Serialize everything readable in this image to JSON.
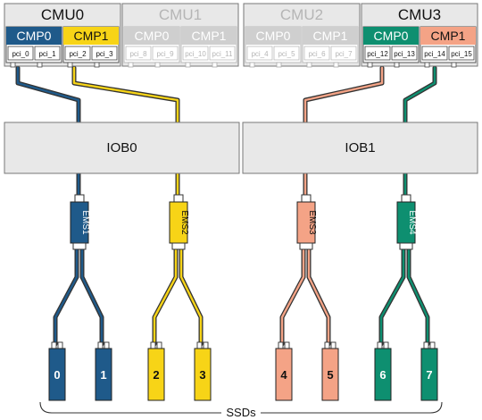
{
  "cmus": [
    {
      "label": "CMU0",
      "active": true,
      "cmps": [
        {
          "label": "CMP0",
          "color": "#1f5a8a",
          "text_color": "#ffffff",
          "pcis": [
            "pci_0",
            "pci_1"
          ]
        },
        {
          "label": "CMP1",
          "color": "#f7d417",
          "text_color": "#111111",
          "pcis": [
            "pci_2",
            "pci_3"
          ]
        }
      ]
    },
    {
      "label": "CMU1",
      "active": false,
      "cmps": [
        {
          "label": "CMP0",
          "color": "#cfcfcf",
          "text_color": "#ffffff",
          "pcis": [
            "pci_8",
            "pci_9"
          ]
        },
        {
          "label": "CMP1",
          "color": "#cfcfcf",
          "text_color": "#ffffff",
          "pcis": [
            "pci_10",
            "pci_11"
          ]
        }
      ]
    },
    {
      "label": "CMU2",
      "active": false,
      "cmps": [
        {
          "label": "CMP0",
          "color": "#cfcfcf",
          "text_color": "#ffffff",
          "pcis": [
            "pci_4",
            "pci_5"
          ]
        },
        {
          "label": "CMP1",
          "color": "#cfcfcf",
          "text_color": "#ffffff",
          "pcis": [
            "pci_6",
            "pci_7"
          ]
        }
      ]
    },
    {
      "label": "CMU3",
      "active": true,
      "cmps": [
        {
          "label": "CMP0",
          "color": "#0e8f70",
          "text_color": "#ffffff",
          "pcis": [
            "pci_12",
            "pci_13"
          ]
        },
        {
          "label": "CMP1",
          "color": "#f4a386",
          "text_color": "#111111",
          "pcis": [
            "pci_14",
            "pci_15"
          ]
        }
      ]
    }
  ],
  "iobs": [
    "IOB0",
    "IOB1"
  ],
  "ems": [
    {
      "label": "EMS1",
      "color": "#1f5a8a",
      "text_color": "#ffffff"
    },
    {
      "label": "EMS2",
      "color": "#f7d417",
      "text_color": "#111111"
    },
    {
      "label": "EMS3",
      "color": "#f4a386",
      "text_color": "#111111"
    },
    {
      "label": "EMS4",
      "color": "#0e8f70",
      "text_color": "#ffffff"
    }
  ],
  "ssds": [
    {
      "label": "0",
      "color": "#1f5a8a"
    },
    {
      "label": "1",
      "color": "#1f5a8a"
    },
    {
      "label": "2",
      "color": "#f7d417"
    },
    {
      "label": "3",
      "color": "#f7d417"
    },
    {
      "label": "4",
      "color": "#f4a386"
    },
    {
      "label": "5",
      "color": "#f4a386"
    },
    {
      "label": "6",
      "color": "#0e8f70"
    },
    {
      "label": "7",
      "color": "#0e8f70"
    }
  ],
  "ssd_group_label": "SSDs",
  "colors": {
    "inactive_text": "#b5b5b5",
    "panel_fill": "#e8e8e8",
    "frame_stroke": "#777777"
  }
}
